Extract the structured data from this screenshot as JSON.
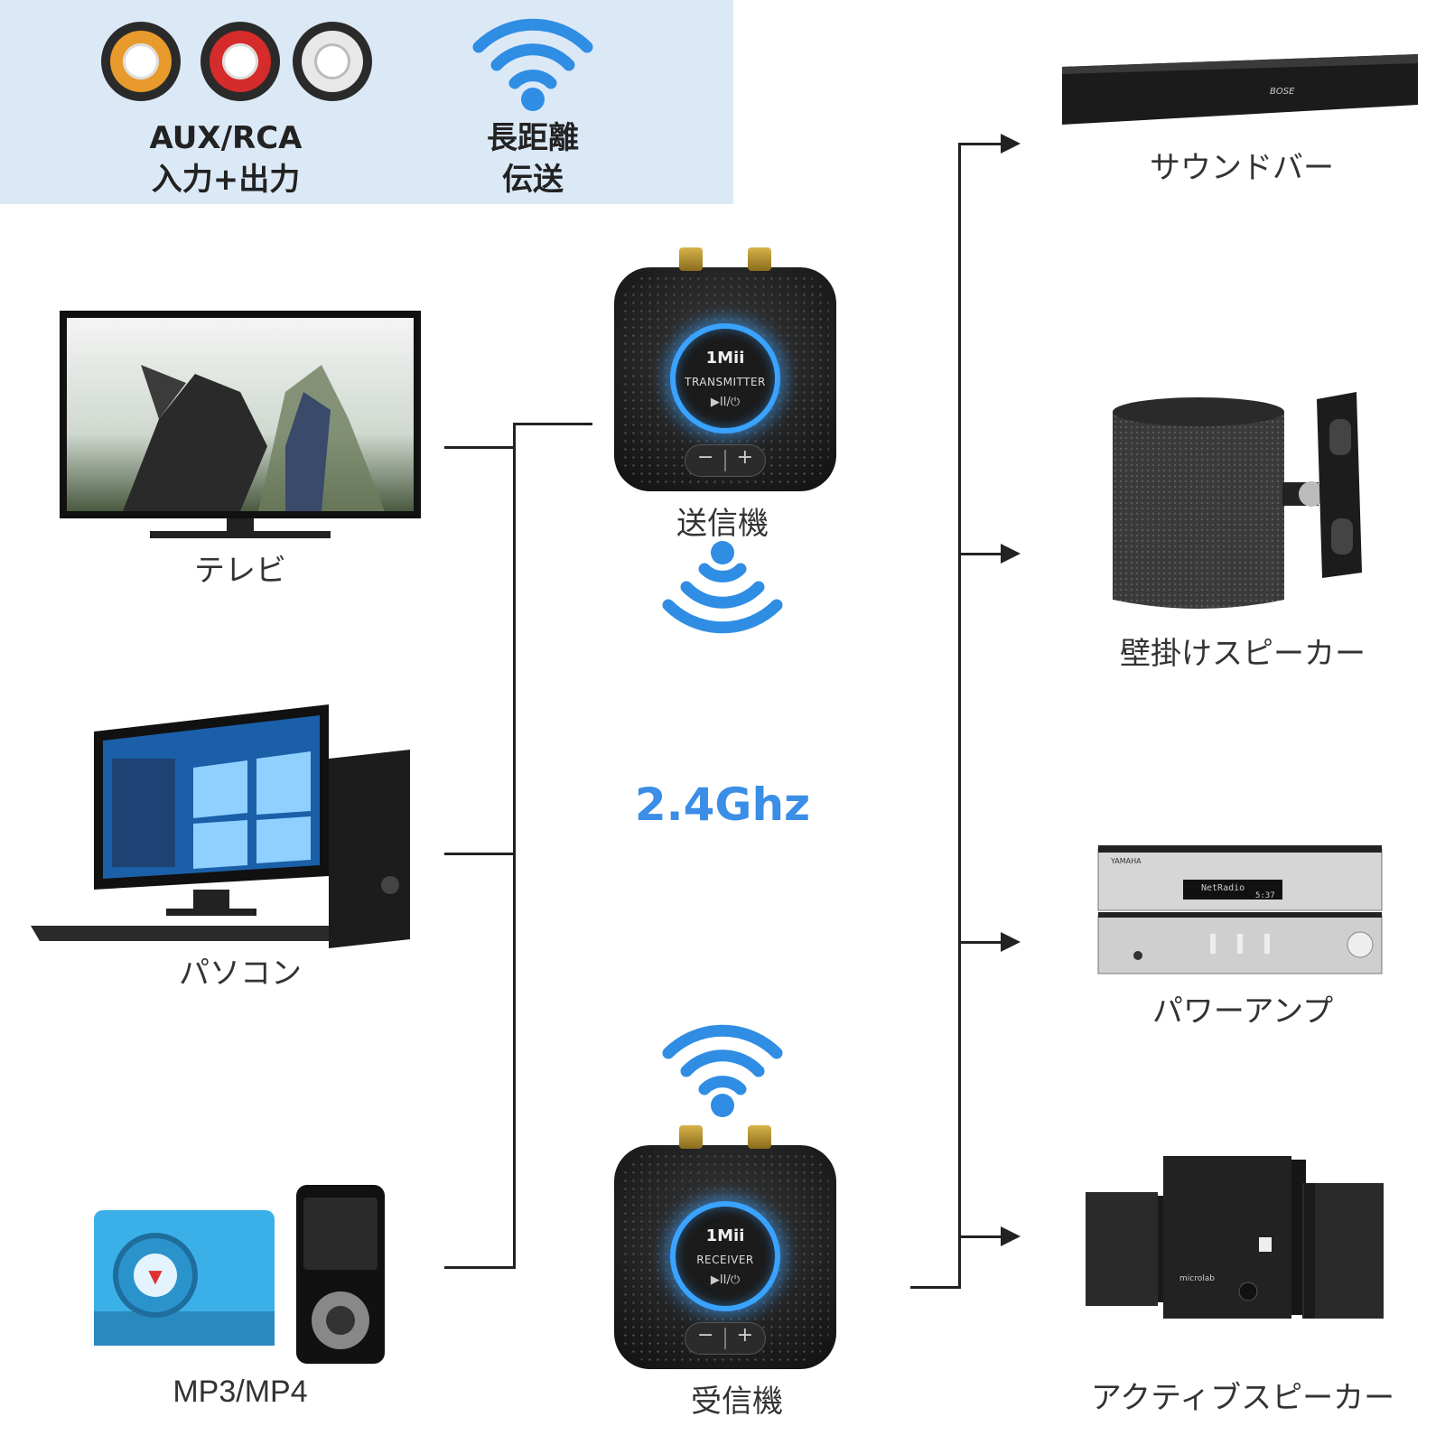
{
  "features": {
    "aux": {
      "line1": "AUX/RCA",
      "line2": "入力+出力"
    },
    "range": {
      "line1": "長距離",
      "line2": "伝送"
    }
  },
  "sources": {
    "tv": {
      "label": "テレビ"
    },
    "pc": {
      "label": "パソコン"
    },
    "mp3": {
      "label": "MP3/MP4"
    }
  },
  "transmitter": {
    "brand": "1Mii",
    "mode": "TRANSMITTER",
    "controls": "▶II/⏻",
    "label": "送信機"
  },
  "frequency": "2.4Ghz",
  "receiver": {
    "brand": "1Mii",
    "mode": "RECEIVER",
    "controls": "▶II/⏻",
    "label": "受信機"
  },
  "outputs": {
    "soundbar": {
      "label": "サウンドバー",
      "brand": "BOSE"
    },
    "wall_speaker": {
      "label": "壁掛けスピーカー"
    },
    "power_amp": {
      "label": "パワーアンプ",
      "brand": "YAMAHA",
      "display": "NetRadio",
      "time": "5:37"
    },
    "active_speaker": {
      "label": "アクティブスピーカー",
      "brand": "microlab"
    }
  },
  "colors": {
    "accent": "#3a8ee6",
    "banner": "#dbe9f7",
    "wifi": "#2f8de4",
    "port_orange": "#e89a2c",
    "port_red": "#d62b2b",
    "port_white": "#ffffff"
  }
}
